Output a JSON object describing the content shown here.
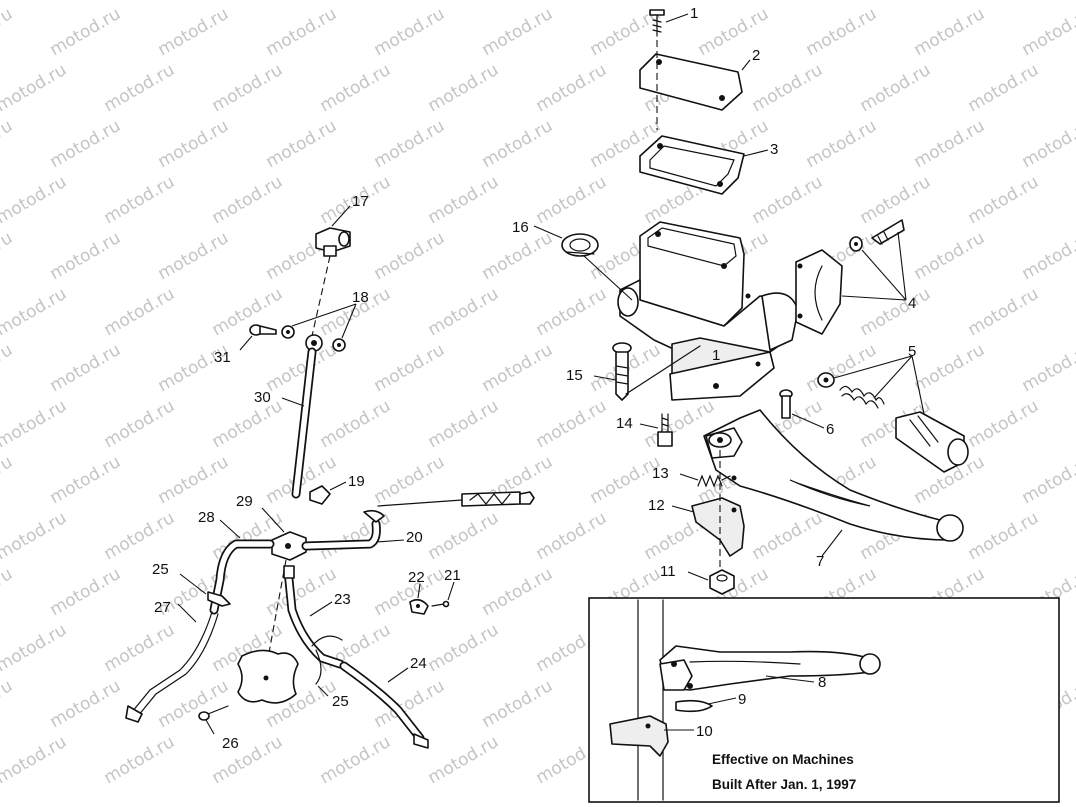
{
  "watermark": {
    "text": "motod.ru"
  },
  "callouts": {
    "c1": "1",
    "c2": "2",
    "c3": "3",
    "c4": "4",
    "c5": "5",
    "c6": "6",
    "c7": "7",
    "c8": "8",
    "c9": "9",
    "c10": "10",
    "c11": "11",
    "c12": "12",
    "c13": "13",
    "c14": "14",
    "c15": "15",
    "c16": "16",
    "c17": "17",
    "c18": "18",
    "c19": "19",
    "c20": "20",
    "c21": "21",
    "c22": "22",
    "c23": "23",
    "c24": "24",
    "c25a": "25",
    "c25b": "25",
    "c26": "26",
    "c27": "27",
    "c28": "28",
    "c29": "29",
    "c30": "30",
    "c31": "31",
    "c_inner1": "1"
  },
  "inset": {
    "caption_line1": "Effective on Machines",
    "caption_line2": "Built After Jan. 1, 1997"
  }
}
